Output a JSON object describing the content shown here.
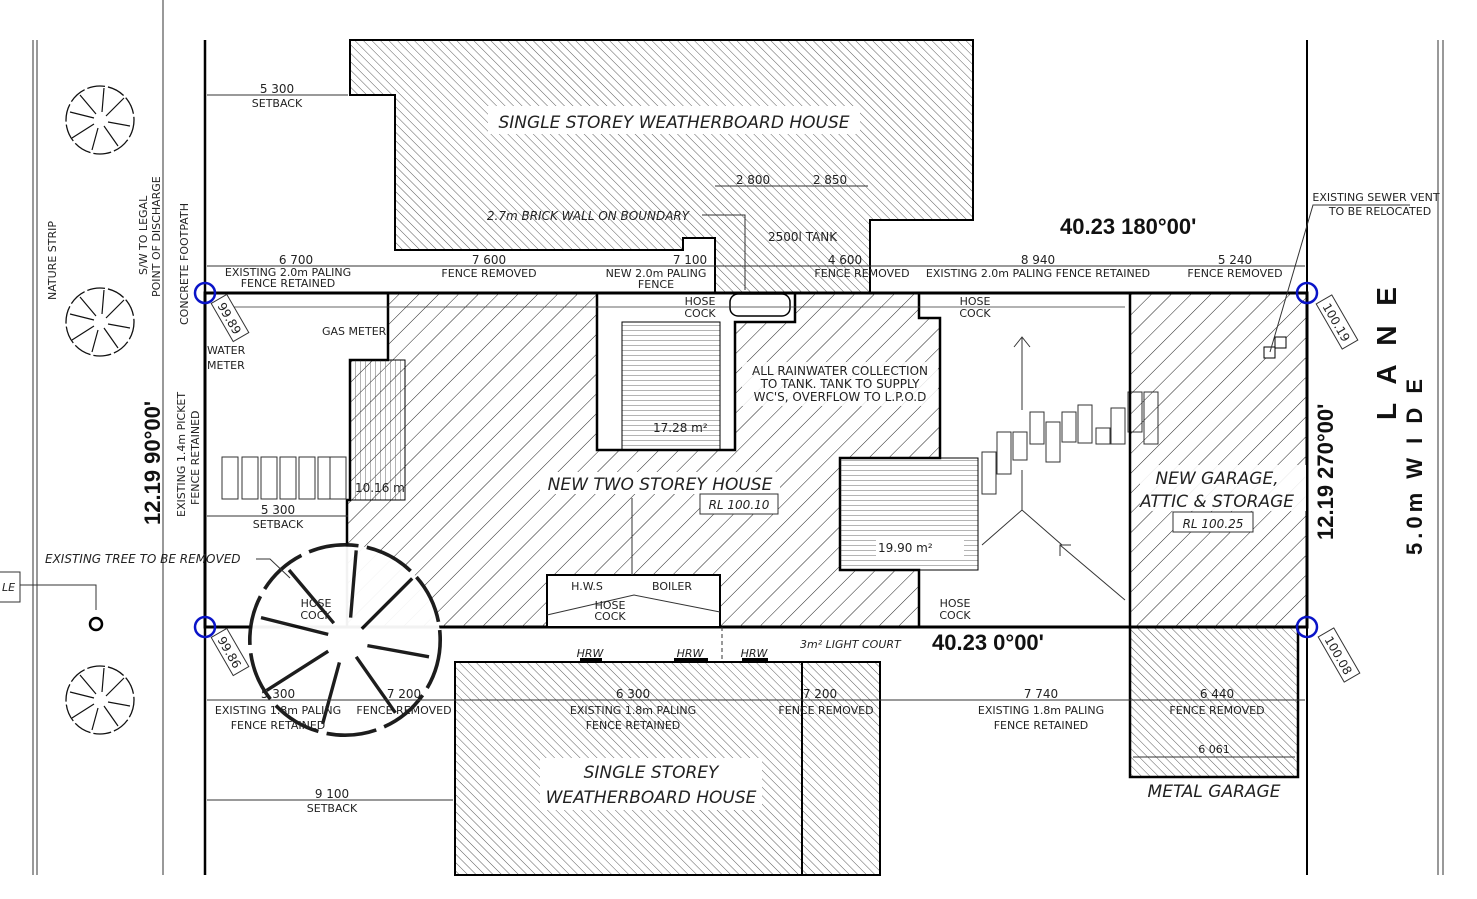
{
  "drawing": {
    "colors": {
      "survey_point": "#0a14c8",
      "line": "#000000"
    },
    "left_strip": {
      "nature_strip": "NATURE STRIP",
      "sw_line1": "S/W TO LEGAL",
      "sw_line2": "POINT OF DISCHARGE",
      "footpath": "CONCRETE FOOTPATH",
      "pole_label": "LE"
    },
    "boundaries": {
      "north": "40.23 180°00'",
      "south": "40.23 0°00'",
      "west": "12.19 90°00'",
      "east": "12.19 270°00'"
    },
    "lane": {
      "name": "L A N E",
      "width": "5.0m  W I D E"
    },
    "levels": {
      "nw": "99.89",
      "sw": "99.86",
      "ne": "100.19",
      "se": "100.08"
    },
    "north_house": {
      "label": "SINGLE STOREY WEATHERBOARD HOUSE",
      "setback_value": "5 300",
      "setback_label": "SETBACK",
      "brick_wall": "2.7m BRICK WALL ON BOUNDARY",
      "dim_a": "2 800",
      "dim_b": "2 850",
      "tank": "2500l TANK"
    },
    "north_fence": [
      {
        "value": "6 700",
        "line1": "EXISTING 2.0m PALING",
        "line2": "FENCE RETAINED"
      },
      {
        "value": "7 600",
        "line1": "FENCE REMOVED",
        "line2": ""
      },
      {
        "value": "7 100",
        "line1": "NEW 2.0m PALING",
        "line2": "FENCE"
      },
      {
        "value": "4 600",
        "line1": "FENCE REMOVED",
        "line2": ""
      },
      {
        "value": "8 940",
        "line1": "EXISTING 2.0m PALING FENCE RETAINED",
        "line2": ""
      },
      {
        "value": "5 240",
        "line1": "FENCE REMOVED",
        "line2": ""
      }
    ],
    "south_fence": [
      {
        "value": "5 300",
        "line1": "EXISTING 1.8m PALING",
        "line2": "FENCE RETAINED"
      },
      {
        "value": "7 200",
        "line1": "FENCE REMOVED",
        "line2": ""
      },
      {
        "value": "6 300",
        "line1": "EXISTING 1.8m PALING",
        "line2": "FENCE RETAINED"
      },
      {
        "value": "7 200",
        "line1": "FENCE REMOVED",
        "line2": ""
      },
      {
        "value": "7 740",
        "line1": "EXISTING 1.8m PALING",
        "line2": "FENCE RETAINED"
      },
      {
        "value": "6 440",
        "line1": "FENCE REMOVED",
        "line2": ""
      }
    ],
    "site": {
      "gas_meter": "GAS METER",
      "water_meter_1": "WATER",
      "water_meter_2": "METER",
      "west_fence_1": "EXISTING 1.4m PICKET",
      "west_fence_2": "FENCE RETAINED",
      "front_setback_value": "5 300",
      "front_setback_label": "SETBACK",
      "tree_removed": "EXISTING TREE TO BE REMOVED",
      "hose": "HOSE",
      "cock": "COCK",
      "rainwater_1": "ALL RAINWATER COLLECTION",
      "rainwater_2": "TO TANK. TANK TO SUPPLY",
      "rainwater_3": "WC'S, OVERFLOW TO L.P.O.D",
      "area_void": "17.28 m²",
      "area_deck_front": "10.16 m",
      "area_deck_rear": "19.90 m²",
      "house_label": "NEW TWO STOREY HOUSE",
      "house_rl": "RL 100.10",
      "hws": "H.W.S",
      "boiler": "BOILER",
      "light_court": "3m² LIGHT COURT",
      "garage_1": "NEW GARAGE,",
      "garage_2": "ATTIC & STORAGE",
      "garage_rl": "RL 100.25",
      "sewer_1": "EXISTING SEWER VENT",
      "sewer_2": "TO BE RELOCATED"
    },
    "south_house": {
      "line1": "SINGLE STOREY",
      "line2": "WEATHERBOARD HOUSE",
      "hrw": "HRW",
      "setback_value": "9 100",
      "setback_label": "SETBACK"
    },
    "metal_garage": {
      "label": "METAL GARAGE",
      "dim": "6 061"
    }
  }
}
